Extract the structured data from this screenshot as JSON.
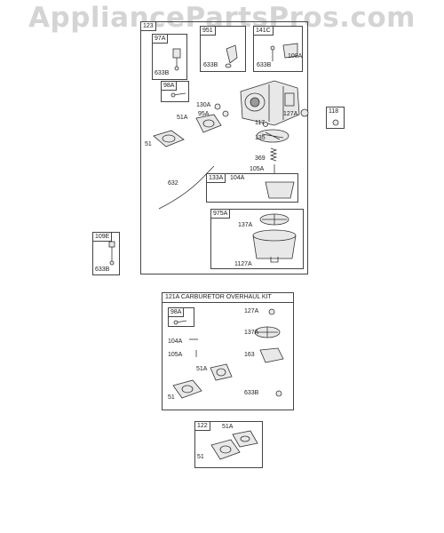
{
  "watermark": "AppliancePartsPros.com",
  "main_assembly": {
    "tag": "123",
    "kits": {
      "k97a": {
        "tag": "97A",
        "part": "633B"
      },
      "k951": {
        "tag": "951",
        "part": "633B"
      },
      "k141c": {
        "tag": "141C",
        "parts": [
          "633B",
          "108A"
        ]
      },
      "k98a": {
        "tag": "98A"
      },
      "k133a": {
        "tag": "133A",
        "part": "104A"
      },
      "k975a": {
        "tag": "975A",
        "parts": [
          "137A",
          "1127A"
        ]
      }
    },
    "labels": [
      "130A",
      "95A",
      "117",
      "127A",
      "51A",
      "51",
      "135",
      "369",
      "105A",
      "632"
    ]
  },
  "side": {
    "k118": {
      "tag": "118"
    },
    "k109e": {
      "tag": "109E",
      "part": "633B"
    }
  },
  "overhaul_kit": {
    "title": "121A CARBURETOR OVERHAUL KIT",
    "k98a": {
      "tag": "98A"
    },
    "labels": [
      "127A",
      "137A",
      "104A",
      "105A",
      "163",
      "51A",
      "51",
      "633B"
    ]
  },
  "gasket_kit": {
    "tag": "122",
    "labels": [
      "51A",
      "51"
    ]
  }
}
